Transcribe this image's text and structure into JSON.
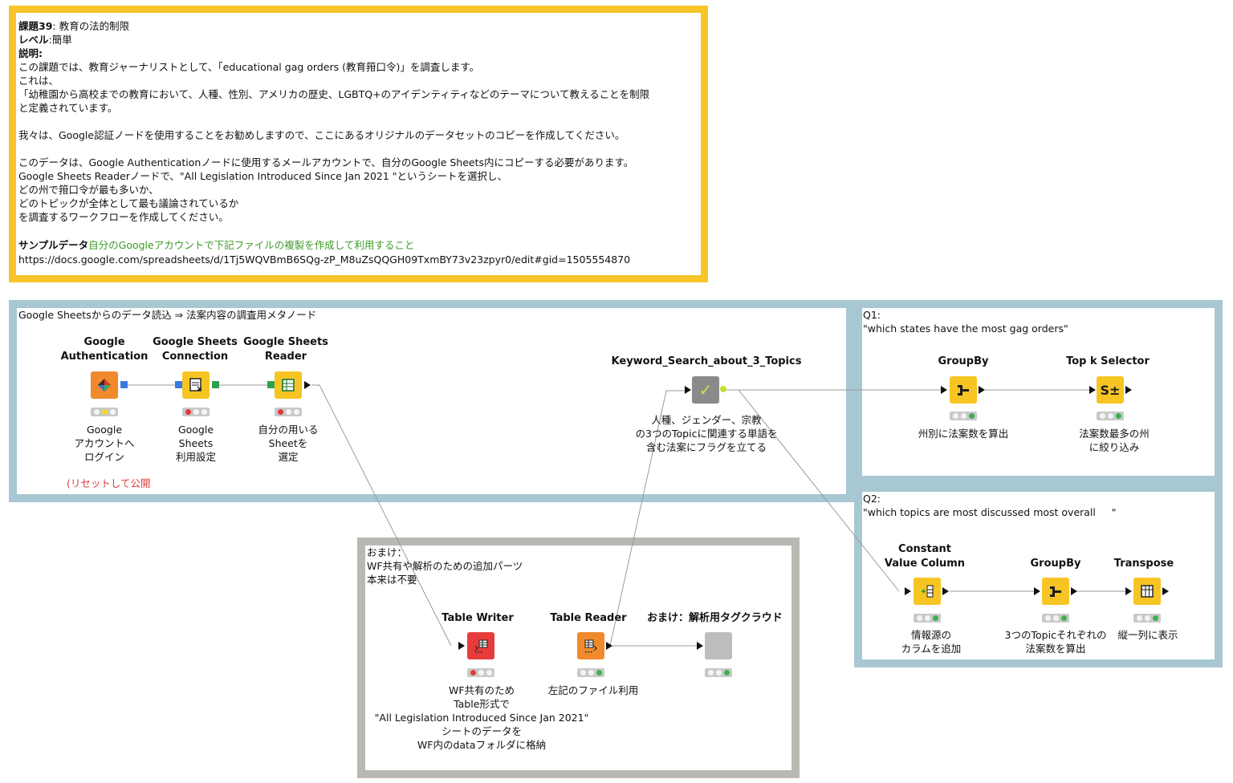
{
  "colors": {
    "description_border": "#f7c52a",
    "metanode_border": "#a7c8d2",
    "bonus_border": "#b9b9b3",
    "reader_yellow": "#f6c524",
    "auth_orange": "#f08a2c",
    "writer_red": "#e83c3c",
    "table_reader_orange": "#f08a2c",
    "gray_node": "#bdbdbd",
    "green_text": "#3c9b28",
    "red_text": "#e23a3a"
  },
  "description": {
    "line1_bold": "課題39",
    "line1_rest": ": 教育の法的制限",
    "line2_bold": "レベル",
    "line2_rest": ":簡単",
    "line3_bold": "説明:",
    "line4": "この課題では、教育ジャーナリストとして、「educational gag orders (教育箝口令)」を調査します。",
    "line5": "これは、",
    "line6": "「幼稚園から高校までの教育において、人種、性別、アメリカの歴史、LGBTQ+のアイデンティティなどのテーマについて教えることを制限",
    "line7": "と定義されています。",
    "line8": "我々は、Google認証ノードを使用することをお勧めしますので、ここにあるオリジナルのデータセットのコピーを作成してください。",
    "line9": "このデータは、Google Authenticationノードに使用するメールアカウントで、自分のGoogle Sheets内にコピーする必要があります。",
    "line10": "Google Sheets Readerノードで、\"All Legislation Introduced Since Jan 2021 \"というシートを選択し、",
    "line11": "どの州で箝口令が最も多いか、",
    "line12": "どのトピックが全体として最も議論されているか",
    "line13": "を調査するワークフローを作成してください。",
    "sample_bold": "サンプルデータ",
    "sample_green": "自分のGoogleアカウントで下記ファイルの複製を作成して利用すること",
    "url": "https://docs.google.com/spreadsheets/d/1Tj5WQVBmB6SQg-zP_M8uZsQQGH09TxmBY73v23zpyr0/edit#gid=1505554870"
  },
  "metanode_box": {
    "title": "Google Sheetsからのデータ読込 ⇒ 法案内容の調査用メタノード",
    "reset_note": "(リセットして公開"
  },
  "q1_box": {
    "title": "Q1:",
    "question": "\"which states have the most gag orders\""
  },
  "q2_box": {
    "title": "Q2:",
    "question": "\"which topics are most discussed most overall     \""
  },
  "bonus_box": {
    "line1": "おまけ：",
    "line2": "WF共有や解析のための追加パーツ",
    "line3": "本来は不要"
  },
  "nodes": {
    "google_auth": {
      "title": "Google\nAuthentication",
      "label": "Google\nアカウントへ\nログイン"
    },
    "gs_connection": {
      "title": "Google Sheets\nConnection",
      "label": "Google\nSheets\n利用設定"
    },
    "gs_reader": {
      "title": "Google Sheets\nReader",
      "label": "自分の用いる\nSheetを\n選定"
    },
    "keyword_search": {
      "title": "Keyword_Search_about_3_Topics",
      "label": "人種、ジェンダー、宗教\nの3つのTopicに関連する単語を\n含む法案にフラグを立てる"
    },
    "groupby_q1": {
      "title": "GroupBy",
      "label": "州別に法案数を算出"
    },
    "topk": {
      "title": "Top k Selector",
      "label": "法案数最多の州\nに絞り込み"
    },
    "constant_value": {
      "title": "Constant\nValue Column",
      "label": "情報源の\nカラムを追加"
    },
    "groupby_q2": {
      "title": "GroupBy",
      "label": "3つのTopicそれぞれの\n法案数を算出"
    },
    "transpose": {
      "title": "Transpose",
      "label": "縦一列に表示"
    },
    "table_writer": {
      "title": "Table Writer",
      "label": "WF共有のため\nTable形式で\n\"All Legislation Introduced Since Jan 2021\"\nシートのデータを\nWF内のdataフォルダに格納"
    },
    "table_reader": {
      "title": "Table Reader",
      "label": "左記のファイル利用"
    },
    "tagcloud": {
      "title": "おまけ：解析用タグクラウド"
    }
  }
}
